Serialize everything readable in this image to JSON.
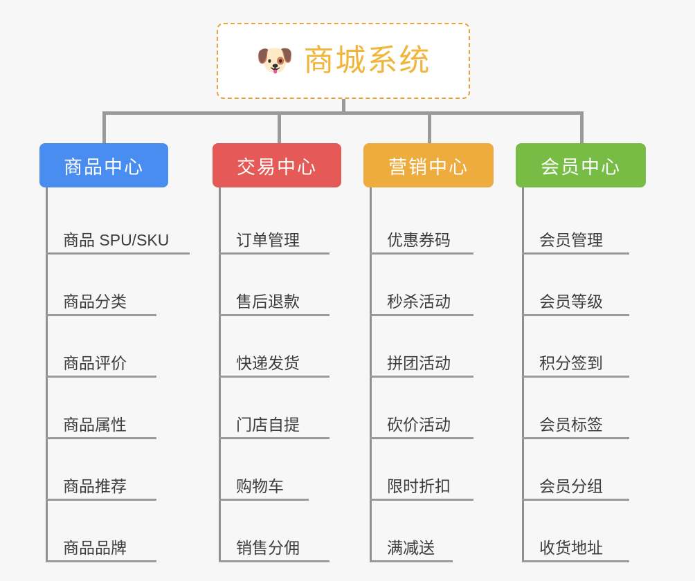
{
  "diagram": {
    "title": "商城系统",
    "root": {
      "icon": "dog-face-emoji",
      "icon_glyph": "🐶",
      "label": "商城系统",
      "text_color": "#f2b53c",
      "border_color": "#e8a33d",
      "background": "#ffffff"
    },
    "connector_color": "#9a9a9a",
    "canvas_background": "#f7f7f7",
    "branches": [
      {
        "label": "商品中心",
        "color": "#4a8df0",
        "items": [
          "商品 SPU/SKU",
          "商品分类",
          "商品评价",
          "商品属性",
          "商品推荐",
          "商品品牌"
        ]
      },
      {
        "label": "交易中心",
        "color": "#e55a56",
        "items": [
          "订单管理",
          "售后退款",
          "快递发货",
          "门店自提",
          "购物车",
          "销售分佣"
        ]
      },
      {
        "label": "营销中心",
        "color": "#eeab3e",
        "items": [
          "优惠券码",
          "秒杀活动",
          "拼团活动",
          "砍价活动",
          "限时折扣",
          "满减送"
        ]
      },
      {
        "label": "会员中心",
        "color": "#77bd45",
        "items": [
          "会员管理",
          "会员等级",
          "积分签到",
          "会员标签",
          "会员分组",
          "收货地址"
        ]
      }
    ]
  }
}
